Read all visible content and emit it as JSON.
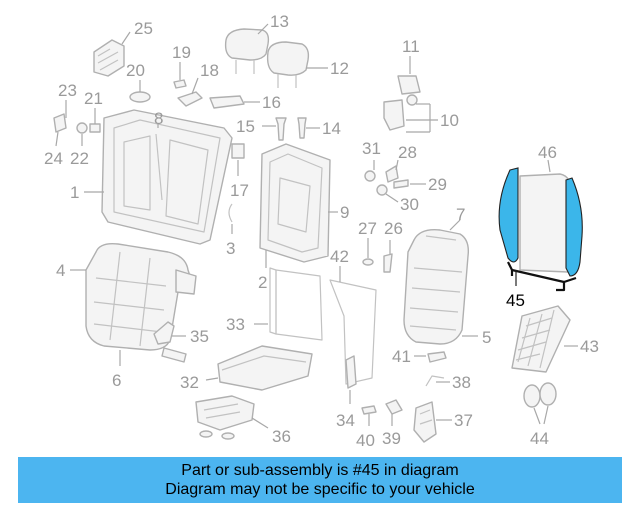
{
  "callouts": {
    "c1": "1",
    "c2": "2",
    "c3": "3",
    "c4": "4",
    "c5": "5",
    "c6": "6",
    "c7": "7",
    "c8": "8",
    "c9": "9",
    "c10": "10",
    "c11": "11",
    "c12": "12",
    "c13": "13",
    "c14": "14",
    "c15": "15",
    "c16": "16",
    "c17": "17",
    "c18": "18",
    "c19": "19",
    "c20": "20",
    "c21": "21",
    "c22": "22",
    "c23": "23",
    "c24": "24",
    "c25": "25",
    "c26": "26",
    "c27": "27",
    "c28": "28",
    "c29": "29",
    "c30": "30",
    "c31": "31",
    "c32": "32",
    "c33": "33",
    "c34": "34",
    "c35": "35",
    "c36": "36",
    "c37": "37",
    "c38": "38",
    "c39": "39",
    "c40": "40",
    "c41": "41",
    "c42": "42",
    "c43": "43",
    "c44": "44",
    "c45": "45",
    "c46": "46"
  },
  "highlight": {
    "part": "45",
    "color": "#3bb6ea"
  },
  "footer": {
    "line1": "Part or sub-assembly is #45 in diagram",
    "line2": "Diagram may not be specific to your vehicle",
    "background": "#4cb5f0"
  }
}
